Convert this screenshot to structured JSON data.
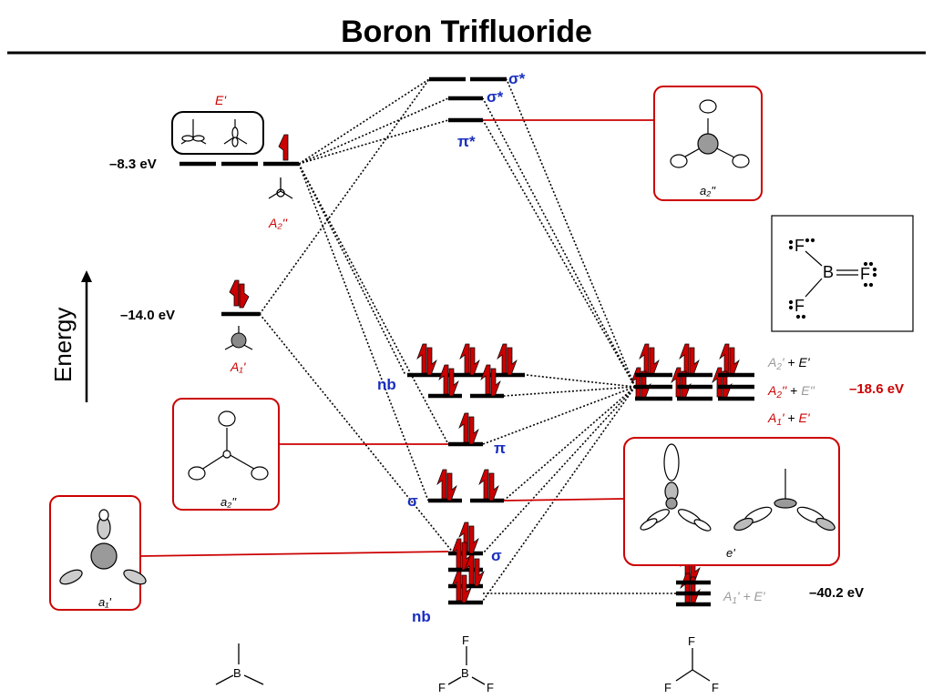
{
  "title": "Boron Trifluoride",
  "axis_label": "Energy",
  "energies": {
    "e_prime_level": "–8.3 eV",
    "a1_level": "–14.0 eV",
    "fluorine_p_level": "–18.6 eV",
    "fluorine_s_level": "–40.2 eV"
  },
  "boron_labels": {
    "E_prime": "E'",
    "A2_double_prime": "A₂''",
    "A1_prime": "A₁'"
  },
  "mo_labels": {
    "sigma_star_top": "σ*",
    "sigma_star_mid": "σ*",
    "pi_star": "π*",
    "nb_upper": "nb",
    "pi": "π",
    "sigma_mid": "σ",
    "sigma_low": "σ",
    "nb_lower": "nb"
  },
  "fluorine_labels": {
    "row1": "A₂' + E'",
    "row2": "A₂'' + E''",
    "row3": "A₁' + E'",
    "bottom": "A₁' + E'"
  },
  "panel_labels": {
    "a2pp_top": "a₂''",
    "a2pp_left": "a₂''",
    "a1p": "a₁'",
    "e_prime": "e'"
  },
  "structure": {
    "left": "B",
    "center_b": "B",
    "center_f": "F",
    "right_f": "F"
  },
  "colors": {
    "accent_red": "#cc0000",
    "label_blue": "#1a2fc0",
    "gray": "#9a9a9a"
  }
}
